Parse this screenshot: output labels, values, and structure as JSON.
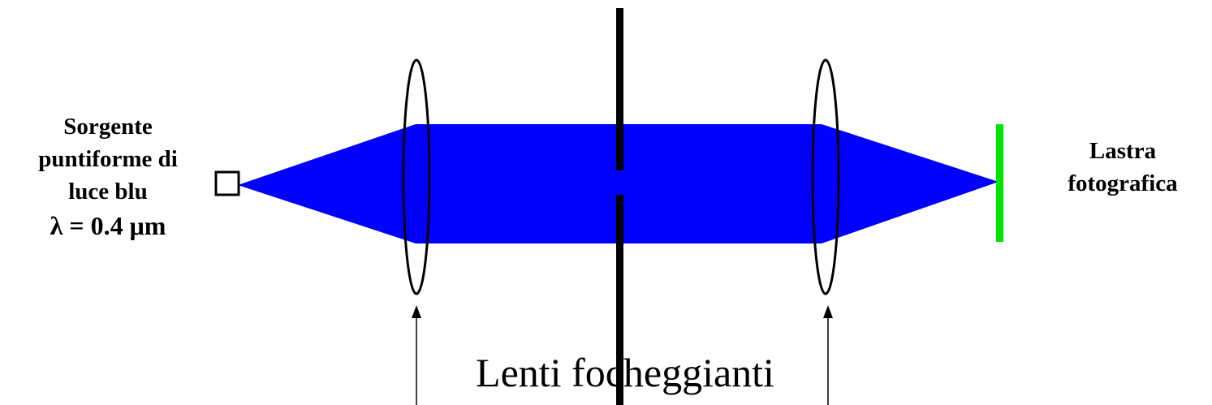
{
  "source": {
    "label_lines": [
      "Sorgente",
      "puntiforme di",
      "luce blu"
    ],
    "wavelength": "λ = 0.4 μm"
  },
  "plate": {
    "label_lines": [
      "Lastra",
      "fotografica"
    ]
  },
  "lenses": {
    "label": "Lenti focheggianti"
  },
  "colors": {
    "beam": "#0000ff",
    "plate": "#00e600",
    "lines": "#000000"
  }
}
